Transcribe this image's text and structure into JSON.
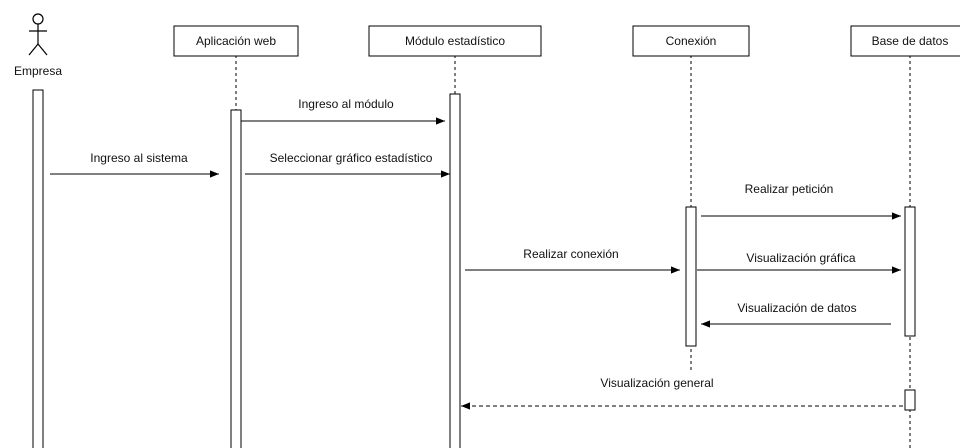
{
  "actor": {
    "label": "Empresa"
  },
  "participants": [
    {
      "id": "web",
      "label": "Aplicación web"
    },
    {
      "id": "mod",
      "label": "Módulo estadístico"
    },
    {
      "id": "con",
      "label": "Conexión"
    },
    {
      "id": "db",
      "label": "Base de datos"
    }
  ],
  "messages": [
    {
      "id": "m1",
      "from": "Empresa",
      "to": "Aplicación web",
      "label": "Ingreso al sistema",
      "type": "sync"
    },
    {
      "id": "m2",
      "from": "Aplicación web",
      "to": "Módulo estadístico",
      "label": "Ingreso al módulo",
      "type": "sync"
    },
    {
      "id": "m3",
      "from": "Aplicación web",
      "to": "Módulo estadístico",
      "label": "Seleccionar gráfico estadístico",
      "type": "sync"
    },
    {
      "id": "m4",
      "from": "Conexión",
      "to": "Base de datos",
      "label": "Realizar petición",
      "type": "sync"
    },
    {
      "id": "m5",
      "from": "Módulo estadístico",
      "to": "Conexión",
      "label": "Realizar conexión",
      "type": "sync"
    },
    {
      "id": "m6",
      "from": "Conexión",
      "to": "Base de datos",
      "label": "Visualización gráfica",
      "type": "sync"
    },
    {
      "id": "m7",
      "from": "Base de datos",
      "to": "Conexión",
      "label": "Visualización de datos",
      "type": "sync"
    },
    {
      "id": "m8",
      "from": "Base de datos",
      "to": "Módulo estadístico",
      "label": "Visualización general",
      "type": "return"
    }
  ]
}
